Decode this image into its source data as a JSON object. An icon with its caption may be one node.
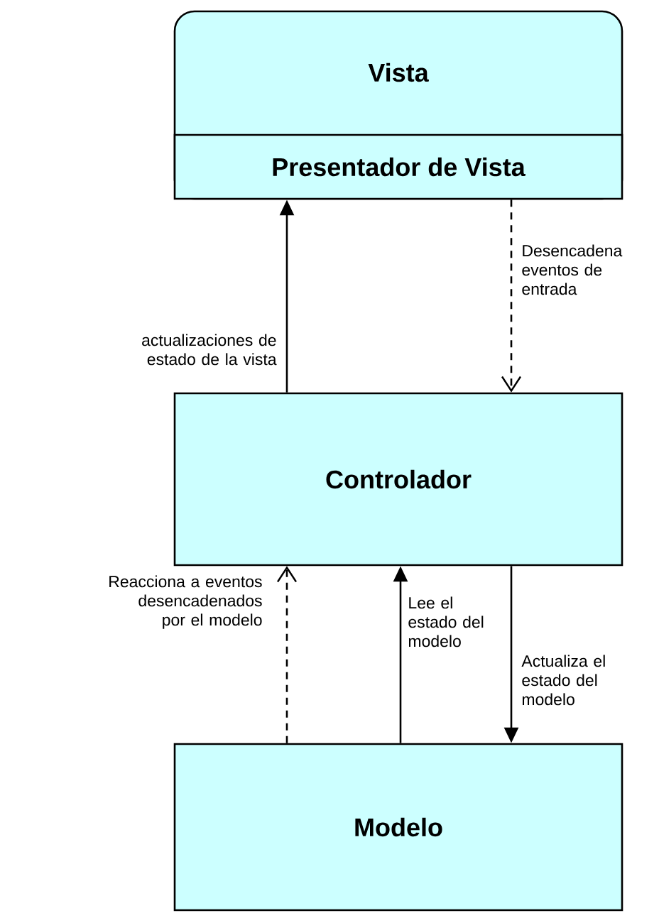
{
  "diagram": {
    "nodes": [
      {
        "text": [
          "Vista"
        ]
      },
      {
        "text": [
          "Presentador de Vista"
        ],
        "in": 0
      },
      {
        "text": [
          "Controlador"
        ]
      },
      {
        "text": [
          "Modelo"
        ]
      }
    ],
    "edges": [
      {
        "from": 2,
        "to": 1,
        "arrow": "to",
        "label": "actualizaciones de estado de la vista"
      },
      {
        "from": 1,
        "to": 2,
        "arrow": "to",
        "style": "dashed",
        "label": "Desencadena eventos de entrada"
      },
      {
        "from": 3,
        "to": 2,
        "arrow": "to",
        "style": "dashed",
        "label": "Reacciona a eventos desencadenados por el modelo"
      },
      {
        "from": 3,
        "to": 2,
        "arrow": "to",
        "label": "Lee el estado del modelo"
      },
      {
        "from": 2,
        "to": 3,
        "arrow": "to",
        "label": "Actualiza el estado del modelo"
      }
    ]
  }
}
